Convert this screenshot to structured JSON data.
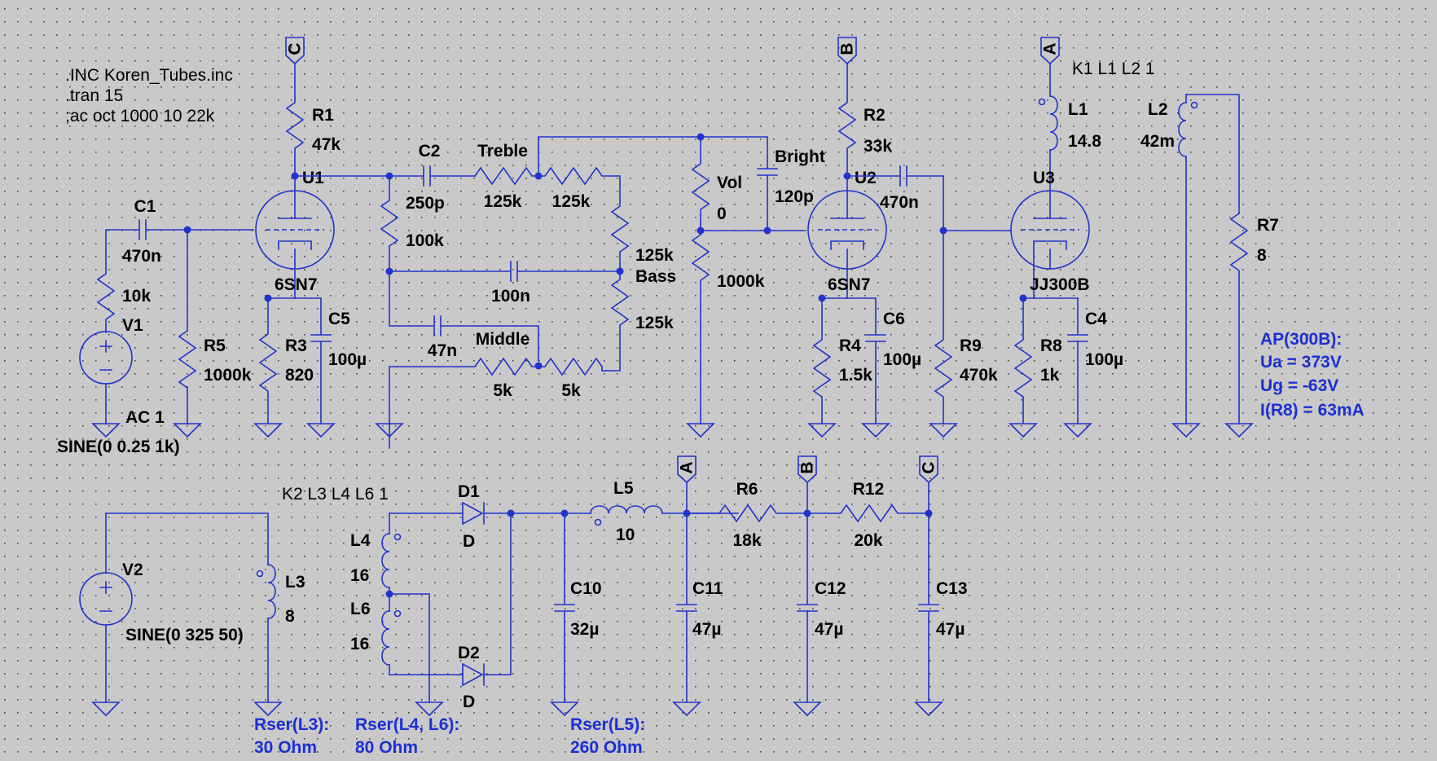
{
  "colors": {
    "background": "#c9c9c9",
    "wire": "#2233cc",
    "grid_dot": "#444444",
    "label_text": "#000000",
    "note_text": "#1c2fd4"
  },
  "directives": {
    "include": ".INC Koren_Tubes.inc",
    "tran": ".tran 15",
    "ac": ";ac oct 1000 10 22k"
  },
  "couplings": {
    "k1": "K1 L1 L2 1",
    "k2": "K2 L3 L4 L6 1"
  },
  "net_flags": {
    "a": "A",
    "b": "B",
    "c": "C"
  },
  "tubes": {
    "u1": {
      "name": "U1",
      "model": "6SN7"
    },
    "u2": {
      "name": "U2",
      "model": "6SN7"
    },
    "u3": {
      "name": "U3",
      "model": "JJ300B"
    }
  },
  "sources": {
    "v1": {
      "name": "V1",
      "ac": "AC 1",
      "value": "SINE(0 0.25 1k)"
    },
    "v2": {
      "name": "V2",
      "value": "SINE(0 325 50)"
    }
  },
  "resistors": {
    "r1": {
      "name": "R1",
      "value": "47k"
    },
    "r2": {
      "name": "R2",
      "value": "33k"
    },
    "r3": {
      "name": "R3",
      "value": "820"
    },
    "r4": {
      "name": "R4",
      "value": "1.5k"
    },
    "r5": {
      "name": "R5",
      "value": "1000k"
    },
    "r6": {
      "name": "R6",
      "value": "18k"
    },
    "r7": {
      "name": "R7",
      "value": "8"
    },
    "r8": {
      "name": "R8",
      "value": "1k"
    },
    "r9": {
      "name": "R9",
      "value": "470k"
    },
    "r10k": {
      "value": "10k"
    },
    "r12": {
      "name": "R12",
      "value": "20k"
    },
    "r100k": {
      "value": "100k"
    },
    "treble_a": {
      "name": "Treble",
      "value": "125k"
    },
    "treble_b": {
      "value": "125k"
    },
    "bass_a": {
      "name": "Bass",
      "value": "125k"
    },
    "bass_b": {
      "value": "125k"
    },
    "middle_a": {
      "name": "Middle",
      "value": "5k"
    },
    "middle_b": {
      "value": "5k"
    },
    "vol_a": {
      "name": "Vol",
      "value": "0"
    },
    "vol_b": {
      "value": "1000k"
    }
  },
  "capacitors": {
    "c1": {
      "name": "C1",
      "value": "470n"
    },
    "c2": {
      "name": "C2",
      "value": "250p"
    },
    "c4": {
      "name": "C4",
      "value": "100µ"
    },
    "c5": {
      "name": "C5",
      "value": "100µ"
    },
    "c6": {
      "name": "C6",
      "value": "100µ"
    },
    "c10": {
      "name": "C10",
      "value": "32µ"
    },
    "c11": {
      "name": "C11",
      "value": "47µ"
    },
    "c12": {
      "name": "C12",
      "value": "47µ"
    },
    "c13": {
      "name": "C13",
      "value": "47µ"
    },
    "c_u2": {
      "value": "470n"
    },
    "bright": {
      "name": "Bright",
      "value": "120p"
    },
    "c100n": {
      "value": "100n"
    },
    "c47n": {
      "value": "47n"
    }
  },
  "inductors": {
    "l1": {
      "name": "L1",
      "value": "14.8"
    },
    "l2": {
      "name": "L2",
      "value": "42m"
    },
    "l3": {
      "name": "L3",
      "value": "8"
    },
    "l4": {
      "name": "L4",
      "value": "16"
    },
    "l5": {
      "name": "L5",
      "value": "10"
    },
    "l6": {
      "name": "L6",
      "value": "16"
    }
  },
  "diodes": {
    "d1": {
      "name": "D1",
      "model": "D"
    },
    "d2": {
      "name": "D2",
      "model": "D"
    }
  },
  "notes": {
    "ap": {
      "line1": "AP(300B):",
      "line2": "Ua = 373V",
      "line3": "Ug = -63V",
      "line4": "I(R8) = 63mA"
    },
    "rser_l3": {
      "line1": "Rser(L3):",
      "line2": "30 Ohm"
    },
    "rser_l4l6": {
      "line1": "Rser(L4, L6):",
      "line2": "80 Ohm"
    },
    "rser_l5": {
      "line1": "Rser(L5):",
      "line2": "260 Ohm"
    }
  }
}
